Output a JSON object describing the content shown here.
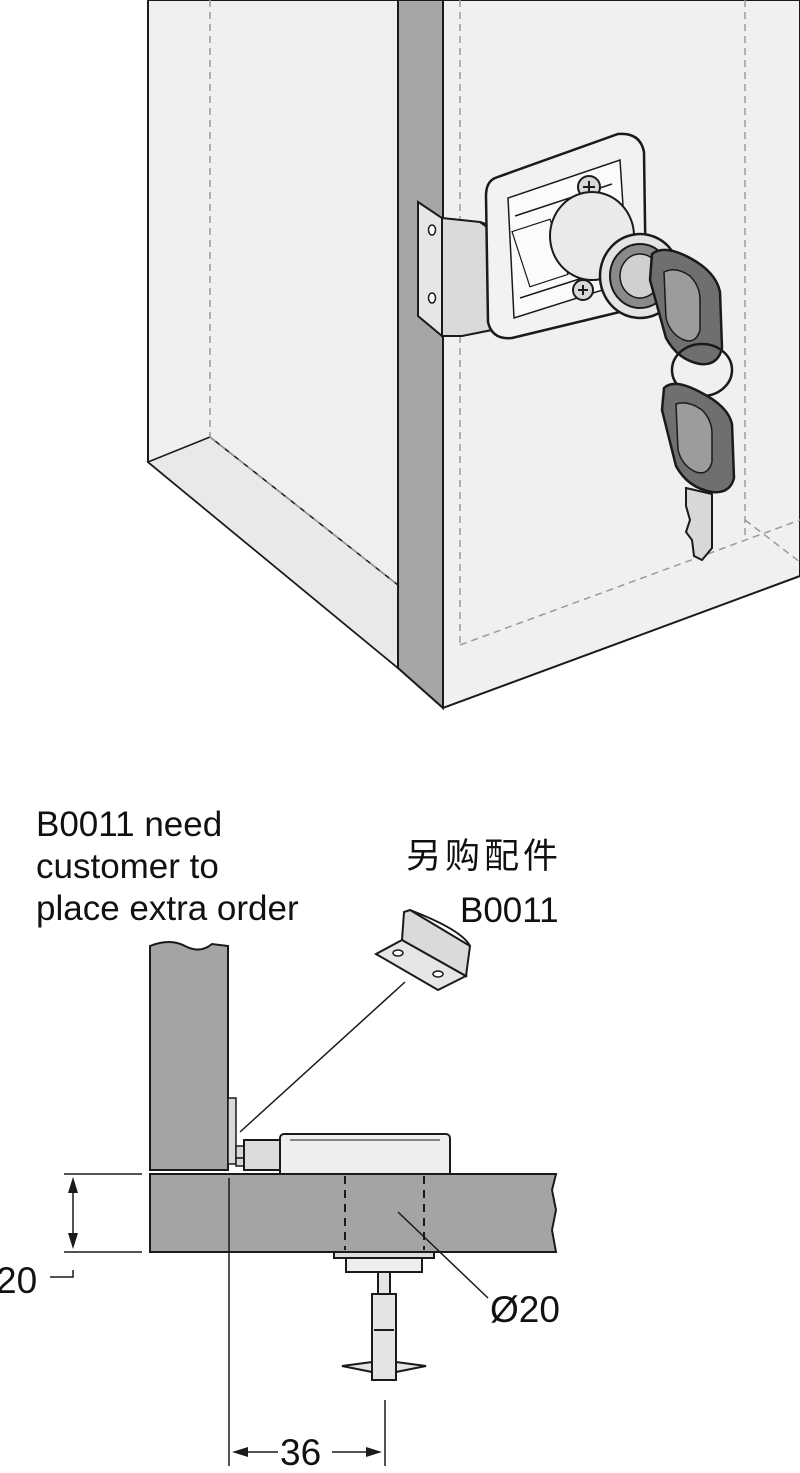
{
  "labels": {
    "order_note_lines": [
      "B0011 need",
      "customer to",
      "place extra order"
    ],
    "accessory_cn": "另购配件",
    "accessory_code": "B0011",
    "dim_panel_thickness": "20",
    "dim_cylinder_diameter": "Ø20",
    "dim_offset": "36"
  },
  "colors": {
    "panel_face": "#efefef",
    "panel_edge": "#a6a6a6",
    "section_fill": "#a4a4a4",
    "line": "#1a1a1a",
    "hidden_line": "#9a9a9a",
    "lock_body": "#eeeeee",
    "key_dark": "#6f6f6f"
  },
  "icons": {
    "phillips_screw": "screw-icon",
    "key": "key-icon",
    "bracket": "strike-plate-icon"
  }
}
